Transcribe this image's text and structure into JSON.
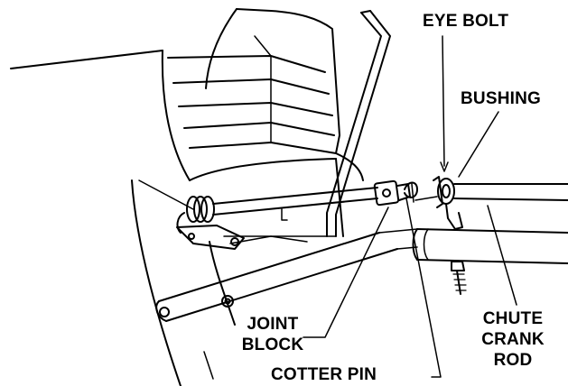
{
  "labels": {
    "eye_bolt": "EYE BOLT",
    "bushing": "BUSHING",
    "joint_block": [
      "JOINT",
      "BLOCK"
    ],
    "cotter_pin": "COTTER PIN",
    "chute_crank_rod": [
      "CHUTE",
      "CRANK",
      "ROD"
    ]
  },
  "colors": {
    "ink": "#000000",
    "paper": "#ffffff"
  }
}
